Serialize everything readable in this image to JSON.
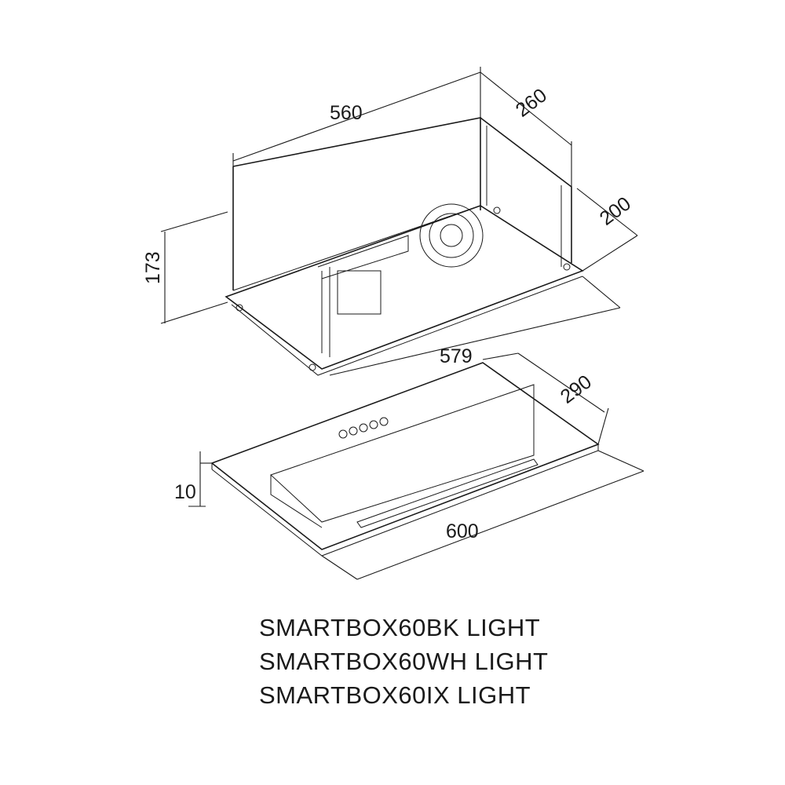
{
  "dimensions": {
    "width_top": "560",
    "depth_top": "260",
    "depth_inner": "200",
    "height": "173",
    "width_frame": "579",
    "depth_panel": "290",
    "panel_thickness": "10",
    "width_panel": "600"
  },
  "models": [
    "SMARTBOX60BK LIGHT",
    "SMARTBOX60WH LIGHT",
    "SMARTBOX60IX LIGHT"
  ]
}
